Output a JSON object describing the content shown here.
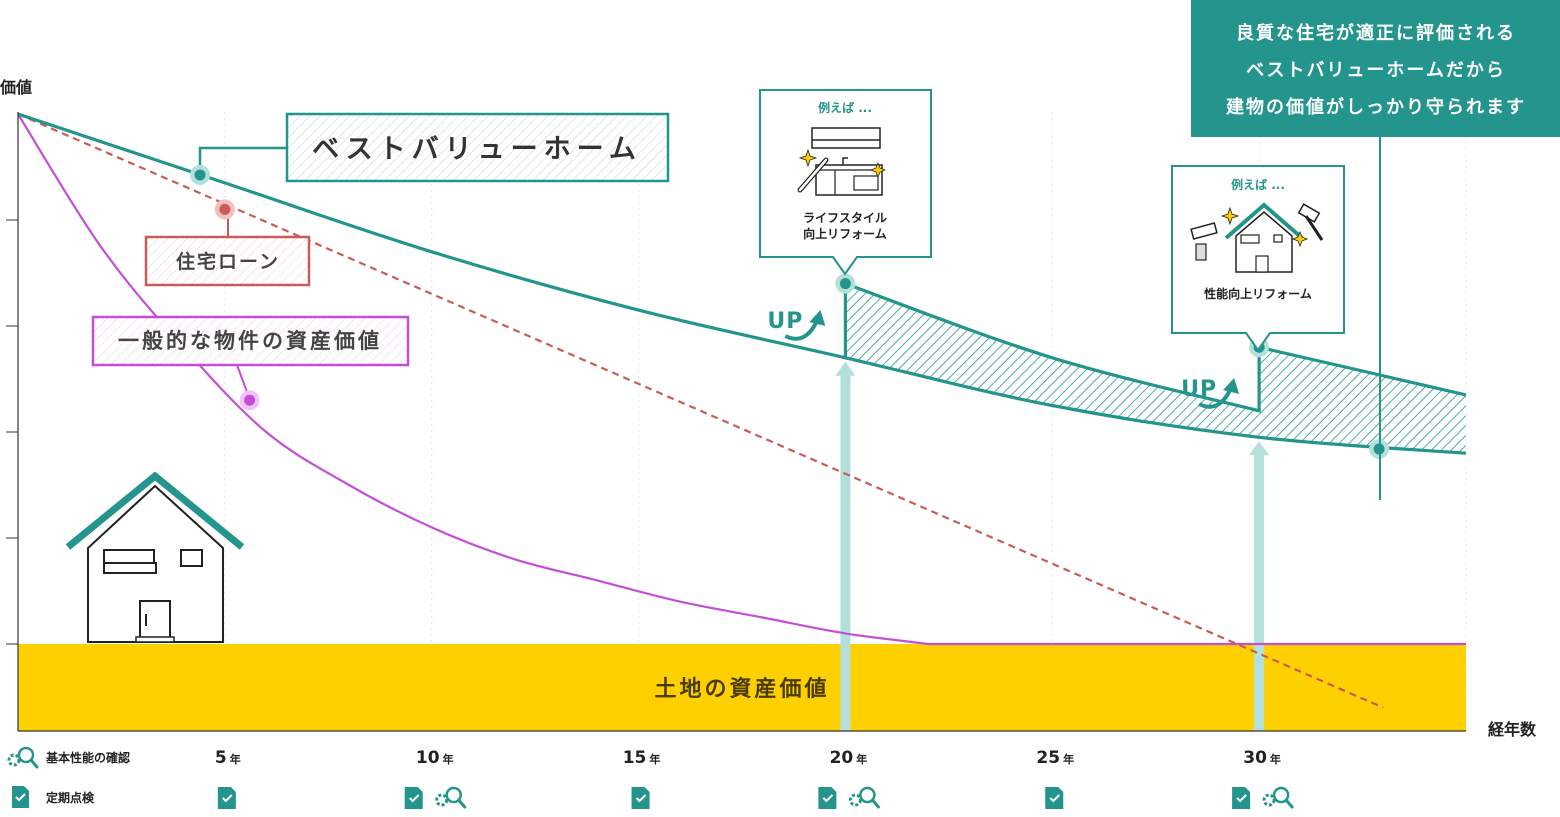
{
  "chart_data": {
    "type": "line",
    "ylabel": "価値",
    "xlabel": "経年数",
    "xlim": [
      0,
      35
    ],
    "ylim": [
      0,
      100
    ],
    "x_ticks": [
      {
        "value": 5,
        "num": "5",
        "unit": "年"
      },
      {
        "value": 10,
        "num": "10",
        "unit": "年"
      },
      {
        "value": 15,
        "num": "15",
        "unit": "年"
      },
      {
        "value": 20,
        "num": "20",
        "unit": "年"
      },
      {
        "value": 25,
        "num": "25",
        "unit": "年"
      },
      {
        "value": 30,
        "num": "30",
        "unit": "年"
      }
    ],
    "series": [
      {
        "name": "ベストバリューホーム",
        "color": "#23958c",
        "points": [
          [
            0,
            100
          ],
          [
            5,
            87
          ],
          [
            10,
            74
          ],
          [
            15,
            63
          ],
          [
            20,
            54
          ],
          [
            20,
            68
          ],
          [
            25,
            54
          ],
          [
            30,
            44
          ],
          [
            30,
            56
          ],
          [
            35,
            47
          ]
        ],
        "baseline_points": [
          [
            0,
            100
          ],
          [
            5,
            87
          ],
          [
            10,
            74
          ],
          [
            15,
            63
          ],
          [
            20,
            54
          ],
          [
            25,
            45
          ],
          [
            30,
            39
          ],
          [
            35,
            36
          ]
        ]
      },
      {
        "name": "住宅ローン",
        "color": "#c85c58",
        "dashed": true,
        "points": [
          [
            0,
            100
          ],
          [
            33,
            -12
          ]
        ]
      },
      {
        "name": "一般的な物件の資産価値",
        "color": "#c44fd6",
        "points": [
          [
            0,
            100
          ],
          [
            2,
            75
          ],
          [
            4,
            56
          ],
          [
            6,
            40
          ],
          [
            8,
            30
          ],
          [
            10,
            22
          ],
          [
            12,
            16
          ],
          [
            14,
            12
          ],
          [
            16,
            8
          ],
          [
            18,
            5
          ],
          [
            20,
            2
          ],
          [
            22,
            0
          ],
          [
            35,
            0
          ]
        ]
      }
    ],
    "land": {
      "label": "土地の資産価値",
      "color": "#ffd000"
    },
    "annotations": [
      {
        "type": "up",
        "text": "UP",
        "x": 20
      },
      {
        "type": "up",
        "text": "UP",
        "x": 30
      }
    ],
    "callouts": {
      "reform1": {
        "prefix": "例えば ...",
        "line1": "ライフスタイル",
        "line2": "向上リフォーム",
        "x": 20
      },
      "reform2": {
        "prefix": "例えば ...",
        "line1": "性能向上リフォーム",
        "x": 30
      },
      "message": {
        "lines": [
          "良質な住宅が適正に評価される",
          "ベストバリューホームだから",
          "建物の価値がしっかり守られます"
        ]
      }
    },
    "legend_rows": [
      {
        "label": "基本性能の確認",
        "icon": "search-gear-icon",
        "years": [
          10,
          20,
          30
        ]
      },
      {
        "label": "定期点検",
        "icon": "check-document-icon",
        "years": [
          5,
          10,
          15,
          20,
          25,
          30
        ]
      }
    ]
  }
}
